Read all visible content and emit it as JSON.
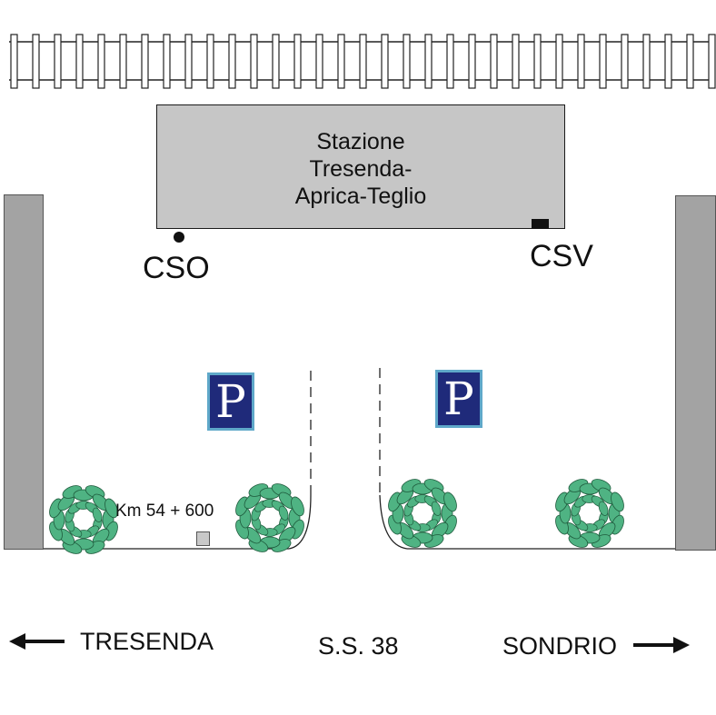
{
  "station": {
    "name_lines": [
      "Stazione",
      "Tresenda-",
      "Aprica-Teglio"
    ]
  },
  "labels": {
    "cso": "CSO",
    "csv": "CSV",
    "km": "Km 54 + 600"
  },
  "parking_signs": [
    {
      "letter": "P"
    },
    {
      "letter": "P"
    }
  ],
  "road": {
    "left_destination": "TRESENDA",
    "name": "S.S. 38",
    "right_destination": "SONDRIO"
  },
  "icons": {
    "railway": "railway-track-icon",
    "parking": "parking-sign-icon",
    "tree": "shrub-icon",
    "arrow_left": "arrow-left-icon",
    "arrow_right": "arrow-right-icon"
  },
  "colors": {
    "station_fill": "#c6c6c6",
    "wall_fill": "#a3a3a3",
    "parking_blue": "#1f2a7a",
    "parking_border": "#5fa8c9",
    "shrub_green": "#4fb383"
  }
}
